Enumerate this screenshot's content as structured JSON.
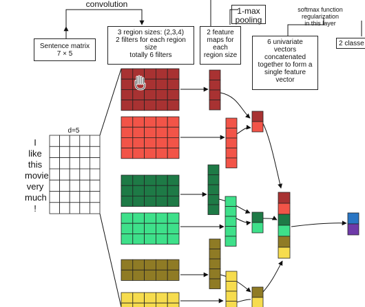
{
  "header": {
    "convolution": "convolution",
    "max_pooling": "1-max\npooling",
    "softmax": "softmax function\nregularization\nin this layer"
  },
  "boxes": {
    "sentence_matrix": "Sentence matrix\n7 × 5",
    "region_sizes": "3 region sizes: (2,3,4)\n2 filters for each region\nsize\ntotally 6 filters",
    "feature_maps": "2 feature\nmaps for\neach\nregion size",
    "univariate": "6 univariate\nvectors\nconcatenated\ntogether to form a\nsingle feature\nvector",
    "classes": "2 classe"
  },
  "matrix": {
    "dim_label": "d=5",
    "words": [
      "I",
      "like",
      "this",
      "movie",
      "very",
      "much",
      "!"
    ]
  },
  "colors": {
    "dark_red": "#a83232",
    "red": "#f25448",
    "dark_green": "#1e7a46",
    "light_green": "#3ee08a",
    "olive": "#8f7b25",
    "yellow": "#f6dc4e",
    "blue": "#2a76c4",
    "purple": "#6e3aa8"
  },
  "icons": {
    "cursor": "hand-cursor-icon"
  }
}
